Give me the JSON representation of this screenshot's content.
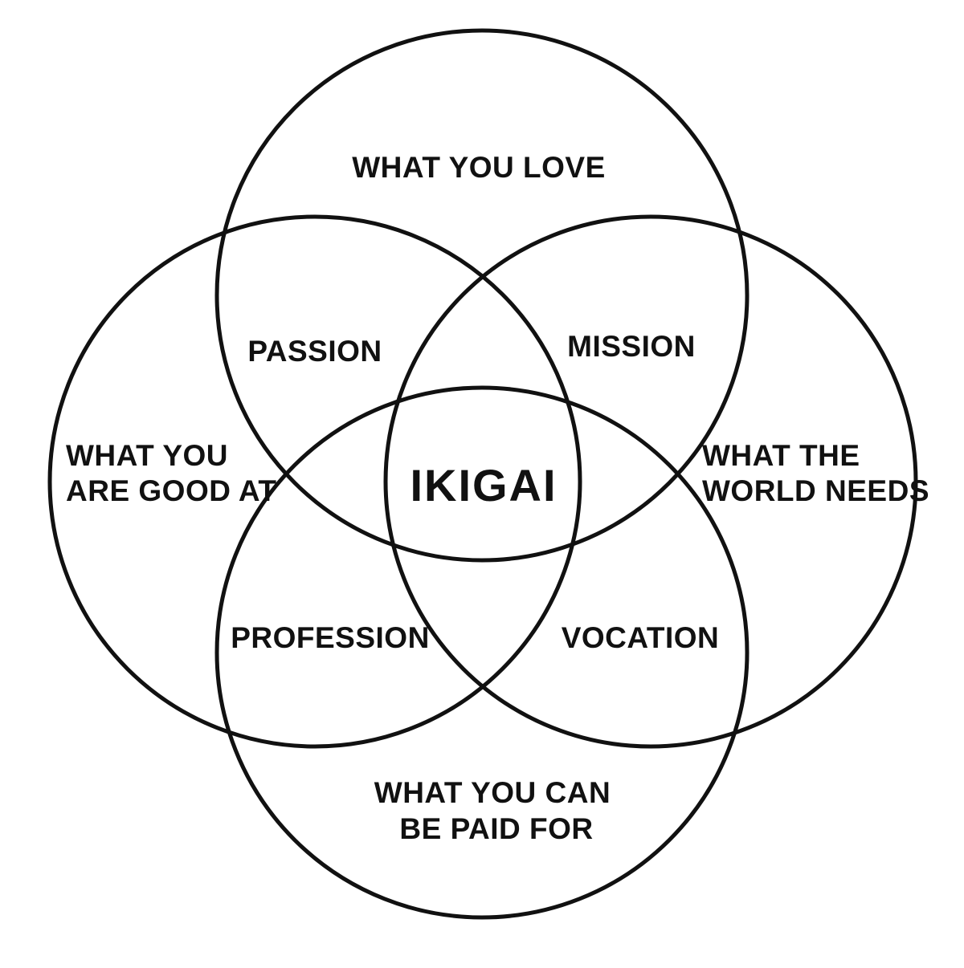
{
  "diagram": {
    "type": "four-circle-venn",
    "theme": {
      "background": "#ffffff",
      "ink": "#111111"
    },
    "center": {
      "label": "IKIGAI"
    },
    "circles": {
      "top": {
        "label_lines": [
          "WHAT YOU LOVE"
        ]
      },
      "left": {
        "label_lines": [
          "WHAT YOU",
          "ARE GOOD AT"
        ]
      },
      "right": {
        "label_lines": [
          "WHAT THE",
          "WORLD NEEDS"
        ]
      },
      "bottom": {
        "label_lines": [
          "WHAT YOU CAN",
          "BE PAID FOR"
        ]
      }
    },
    "intersections": {
      "top_left": "PASSION",
      "top_right": "MISSION",
      "bottom_left": "PROFESSION",
      "bottom_right": "VOCATION"
    }
  }
}
